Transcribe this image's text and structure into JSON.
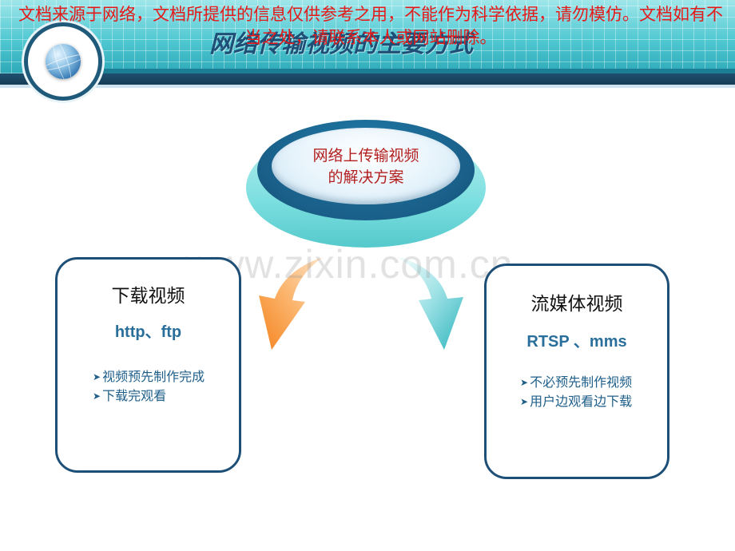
{
  "header": {
    "slide_title": "网络传输视频的主要方式",
    "disclaimer": "文档来源于网络，文档所提供的信息仅供参考之用，不能作为科学依据，请勿模仿。文档如有不当之处，请联系本人或网站删除。"
  },
  "center": {
    "line1": "网络上传输视频",
    "line2": "的解决方案"
  },
  "left_box": {
    "title": "下载视频",
    "protocol": "http、ftp",
    "bullets": [
      "视频预先制作完成",
      "下载完观看"
    ]
  },
  "right_box": {
    "title": "流媒体视频",
    "protocol": "RTSP 、mms",
    "bullets": [
      "不必预先制作视频",
      "用户边观看边下载"
    ]
  },
  "watermark": "www.zixin.com.cn",
  "icons": {
    "logo": "globe-icon",
    "left_arrow": "curved-arrow-down-left-icon",
    "right_arrow": "curved-arrow-down-right-icon",
    "bullet": "arrow-bullet-icon"
  },
  "colors": {
    "disclaimer": "#e61919",
    "title": "#1e4f77",
    "left_arrow": "#f7943a",
    "right_arrow": "#3fc0c6",
    "box_border": "#1e4f77"
  }
}
